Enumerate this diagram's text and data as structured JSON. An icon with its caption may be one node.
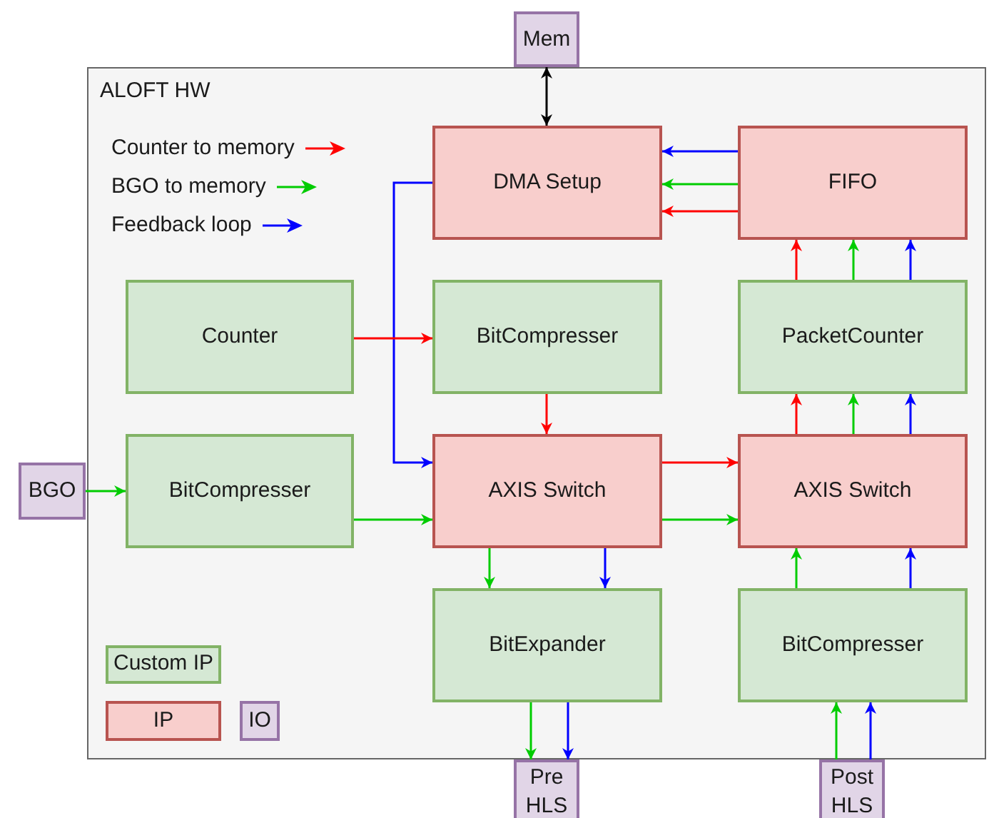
{
  "diagram": {
    "nodes": [
      {
        "text": [
          "ALOFT HW"
        ]
      },
      {
        "text": [
          "Mem"
        ]
      },
      {
        "text": [
          "DMA Setup"
        ],
        "in": 0
      },
      {
        "text": [
          "FIFO"
        ],
        "in": 0
      },
      {
        "text": [
          "Counter"
        ],
        "in": 0
      },
      {
        "text": [
          "BitCompresser"
        ],
        "in": 0
      },
      {
        "text": [
          "PacketCounter"
        ],
        "in": 0
      },
      {
        "text": [
          "BGO"
        ]
      },
      {
        "text": [
          "BitCompresser"
        ],
        "in": 0
      },
      {
        "text": [
          "AXIS Switch"
        ],
        "in": 0
      },
      {
        "text": [
          "AXIS Switch"
        ],
        "in": 0
      },
      {
        "text": [
          "BitExpander"
        ],
        "in": 0
      },
      {
        "text": [
          "BitCompresser"
        ],
        "in": 0
      },
      {
        "text": [
          "Pre HLS"
        ]
      },
      {
        "text": [
          "Post HLS"
        ]
      }
    ],
    "edges": [
      {
        "from": 1,
        "to": 2,
        "arrow": "both",
        "color": "#000000"
      },
      {
        "from": 3,
        "to": 2,
        "arrow": "to",
        "color": "#0000ff"
      },
      {
        "from": 3,
        "to": 2,
        "arrow": "to"
      },
      {
        "from": 3,
        "to": 2,
        "arrow": "to",
        "color": "#ff0000"
      },
      {
        "from": 2,
        "to": 9,
        "arrow": "to",
        "color": "#0000ff"
      },
      {
        "from": 4,
        "to": 5,
        "arrow": "to",
        "color": "#ff0000"
      },
      {
        "from": 5,
        "to": 9,
        "arrow": "to",
        "color": "#ff0000"
      },
      {
        "from": 6,
        "to": 3,
        "arrow": "to",
        "color": "#ff0000"
      },
      {
        "from": 6,
        "to": 3,
        "arrow": "to"
      },
      {
        "from": 6,
        "to": 3,
        "arrow": "to",
        "color": "#0000ff"
      },
      {
        "from": 10,
        "to": 6,
        "arrow": "to",
        "color": "#ff0000"
      },
      {
        "from": 10,
        "to": 6,
        "arrow": "to"
      },
      {
        "from": 10,
        "to": 6,
        "arrow": "to",
        "color": "#0000ff"
      },
      {
        "from": 7,
        "to": 8,
        "arrow": "to"
      },
      {
        "from": 8,
        "to": 9,
        "arrow": "to"
      },
      {
        "from": 9,
        "to": 10,
        "arrow": "to",
        "color": "#ff0000"
      },
      {
        "from": 9,
        "to": 10,
        "arrow": "to"
      },
      {
        "from": 9,
        "to": 11,
        "arrow": "to"
      },
      {
        "from": 9,
        "to": 11,
        "arrow": "to",
        "color": "#0000ff"
      },
      {
        "from": 11,
        "to": 13,
        "arrow": "to"
      },
      {
        "from": 11,
        "to": 13,
        "arrow": "to",
        "color": "#0000ff"
      },
      {
        "from": 14,
        "to": 12,
        "arrow": "to"
      },
      {
        "from": 14,
        "to": 12,
        "arrow": "to",
        "color": "#0000ff"
      },
      {
        "from": 12,
        "to": 10,
        "arrow": "to"
      },
      {
        "from": 12,
        "to": 10,
        "arrow": "to",
        "color": "#0000ff"
      }
    ],
    "legend": [
      {
        "text": "Counter to memory"
      },
      {
        "text": "BGO to memory"
      },
      {
        "text": "Feedback loop"
      },
      {
        "text": "Custom IP",
        "color": "#d5e8d4"
      },
      {
        "text": "IP",
        "color": "#f8cecc"
      },
      {
        "text": "IO",
        "color": "#e1d5e7"
      }
    ]
  }
}
